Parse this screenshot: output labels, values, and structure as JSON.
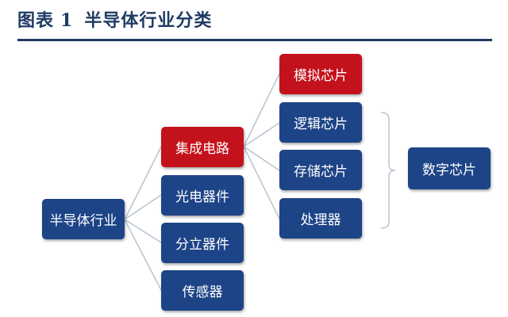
{
  "title": {
    "label": "图表",
    "number": "1",
    "text": "半导体行业分类"
  },
  "colors": {
    "blue": "#1d4487",
    "red": "#c4121c",
    "title": "#1f3b63"
  },
  "root": "半导体行业",
  "level2": [
    "集成电路",
    "光电器件",
    "分立器件",
    "传感器"
  ],
  "level3": [
    "模拟芯片",
    "逻辑芯片",
    "存储芯片",
    "处理器"
  ],
  "group": "数字芯片"
}
